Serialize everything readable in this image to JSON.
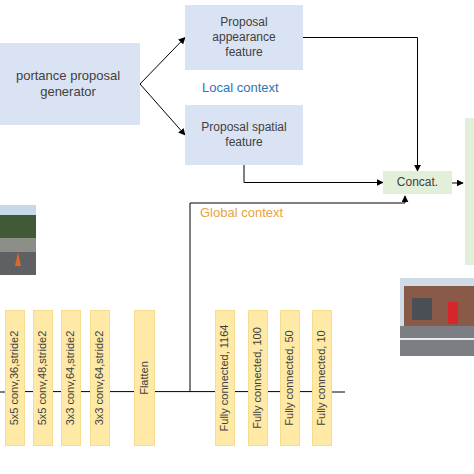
{
  "diagram": {
    "nodes": [
      {
        "text": [
          "portance proposal generator"
        ]
      },
      {
        "text": [
          "Proposal appearance feature"
        ]
      },
      {
        "text": [
          "Proposal spatial feature"
        ]
      },
      {
        "text": [
          "Concat."
        ]
      },
      {
        "text": [
          "5x5 conv,36,stride2"
        ]
      },
      {
        "text": [
          "5x5 conv,48,stride2"
        ]
      },
      {
        "text": [
          "3x3 conv,64,stride2"
        ]
      },
      {
        "text": [
          "3x3 conv,64,stride2"
        ]
      },
      {
        "text": [
          "Flatten"
        ]
      },
      {
        "text": [
          "Fully connected, 1164"
        ]
      },
      {
        "text": [
          "Fully connected, 100"
        ]
      },
      {
        "text": [
          "Fully connected, 50"
        ]
      },
      {
        "text": [
          "Fully connected, 10"
        ]
      }
    ],
    "edges": [
      {
        "from": 0,
        "to": 1,
        "arrow": "to"
      },
      {
        "from": 0,
        "to": 2,
        "arrow": "to"
      },
      {
        "from": 1,
        "to": 3,
        "arrow": "to"
      },
      {
        "from": 2,
        "to": 3,
        "arrow": "to"
      },
      {
        "from": 4,
        "to": 5,
        "arrow": "none"
      },
      {
        "from": 5,
        "to": 6,
        "arrow": "none"
      },
      {
        "from": 6,
        "to": 7,
        "arrow": "none"
      },
      {
        "from": 7,
        "to": 8,
        "arrow": "none"
      },
      {
        "from": 8,
        "to": 9,
        "arrow": "none"
      },
      {
        "from": 9,
        "to": 10,
        "arrow": "none"
      },
      {
        "from": 10,
        "to": 11,
        "arrow": "none"
      },
      {
        "from": 11,
        "to": 12,
        "arrow": "none"
      }
    ],
    "labels": [
      "Local context",
      "Global context"
    ]
  }
}
